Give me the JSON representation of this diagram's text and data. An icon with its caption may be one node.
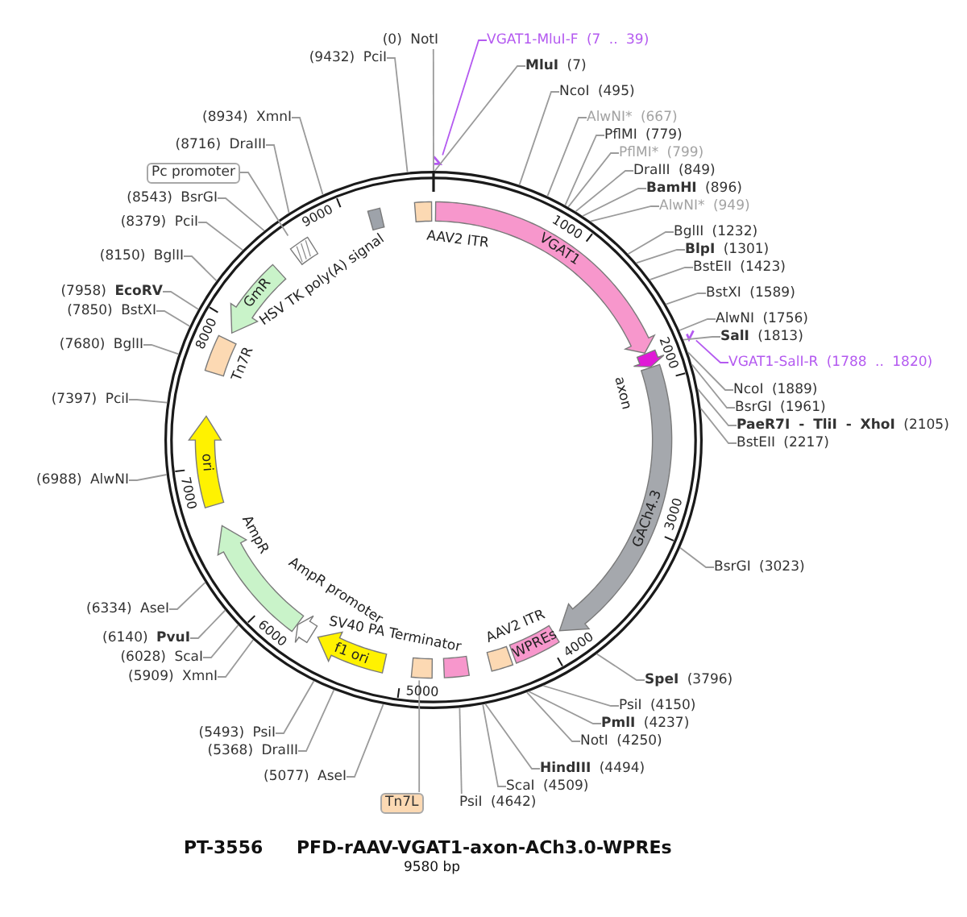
{
  "diagram": {
    "title": "PFD-rAAV-VGAT1-axon-ACh3.0-WPREs",
    "nodes": [
      {
        "text": [],
        "shape": "circle"
      },
      {
        "text": [
          "AAV2 ITR"
        ],
        "in": 0
      },
      {
        "text": [
          "VGAT1"
        ],
        "in": 0
      },
      {
        "text": [
          "axon"
        ],
        "in": 0
      },
      {
        "text": [
          "GACh4.3"
        ],
        "in": 0
      },
      {
        "text": [
          "WPREs"
        ],
        "in": 0
      },
      {
        "text": [
          "AAV2 ITR"
        ],
        "in": 0
      },
      {
        "text": [
          "SV40 PA Terminator"
        ],
        "in": 0
      },
      {
        "text": [],
        "shape": "box",
        "in": 0
      },
      {
        "text": [
          "f1 ori"
        ],
        "in": 0
      },
      {
        "text": [
          "AmpR promoter"
        ],
        "in": 0
      },
      {
        "text": [
          "AmpR"
        ],
        "in": 0
      },
      {
        "text": [
          "ori"
        ],
        "in": 0
      },
      {
        "text": [
          "Tn7R"
        ],
        "in": 0
      },
      {
        "text": [
          "GmR"
        ],
        "in": 0
      },
      {
        "text": [
          "HSV TK poly(A) signal"
        ],
        "in": 0
      },
      {
        "text": [],
        "shape": "box",
        "in": 0
      },
      {
        "text": [],
        "shape": "bar"
      },
      {
        "text": [],
        "shape": "bar"
      },
      {
        "text": [
          "(0) NotI"
        ]
      },
      {
        "text": [
          "VGAT1-MluI-F (7 .. 39)"
        ]
      },
      {
        "text": [
          "**MluI** (7)"
        ]
      },
      {
        "text": [
          "NcoI (495)"
        ]
      },
      {
        "text": [
          "AlwNI* (667)"
        ]
      },
      {
        "text": [
          "PflMI (779)"
        ]
      },
      {
        "text": [
          "PflMI* (799)"
        ]
      },
      {
        "text": [
          "DraIII (849)"
        ]
      },
      {
        "text": [
          "**BamHI** (896)"
        ]
      },
      {
        "text": [
          "AlwNI* (949)"
        ]
      },
      {
        "text": [
          "BglII (1232)"
        ]
      },
      {
        "text": [
          "**BlpI** (1301)"
        ]
      },
      {
        "text": [
          "BstEII (1423)"
        ]
      },
      {
        "text": [
          "BstXI (1589)"
        ]
      },
      {
        "text": [
          "AlwNI (1756)"
        ]
      },
      {
        "text": [
          "**SalI** (1813)"
        ]
      },
      {
        "text": [
          "VGAT1-SalI-R (1788 .. 1820)"
        ]
      },
      {
        "text": [
          "NcoI (1889)"
        ]
      },
      {
        "text": [
          "BsrGI (1961)"
        ]
      },
      {
        "text": [
          "**PaeR7I - TliI - XhoI** (2105)"
        ]
      },
      {
        "text": [
          "BstEII (2217)"
        ]
      },
      {
        "text": [
          "BsrGI (3023)"
        ]
      },
      {
        "text": [
          "**SpeI** (3796)"
        ]
      },
      {
        "text": [
          "PsiI (4150)"
        ]
      },
      {
        "text": [
          "**PmlI** (4237)"
        ]
      },
      {
        "text": [
          "NotI (4250)"
        ]
      },
      {
        "text": [
          "**HindIII** (4494)"
        ]
      },
      {
        "text": [
          "ScaI (4509)"
        ]
      },
      {
        "text": [
          "PsiI (4642)"
        ]
      },
      {
        "text": [
          "Tn7L"
        ]
      },
      {
        "text": [
          "(5077) AseI"
        ]
      },
      {
        "text": [
          "(5368) DraIII"
        ]
      },
      {
        "text": [
          "(5493) PsiI"
        ]
      },
      {
        "text": [
          "(5909) XmnI"
        ]
      },
      {
        "text": [
          "(6028) ScaI"
        ]
      },
      {
        "text": [
          "(6140) **PvuI**"
        ]
      },
      {
        "text": [
          "(6334) AseI"
        ]
      },
      {
        "text": [
          "(6988) AlwNI"
        ]
      },
      {
        "text": [
          "(7397) PciI"
        ]
      },
      {
        "text": [
          "(7680) BglII"
        ]
      },
      {
        "text": [
          "(7850) BstXI"
        ]
      },
      {
        "text": [
          "(7958) **EcoRV**"
        ]
      },
      {
        "text": [
          "(8150) BglII"
        ]
      },
      {
        "text": [
          "(8379) PciI"
        ]
      },
      {
        "text": [
          "(8543) BsrGI"
        ]
      },
      {
        "text": [
          "Pc promoter"
        ]
      },
      {
        "text": [
          "(8716) DraIII"
        ]
      },
      {
        "text": [
          "(8934) XmnI"
        ]
      },
      {
        "text": [
          "(9432) PciI"
        ]
      }
    ],
    "edges": [
      {
        "from": 19,
        "to": 0,
        "arrow": "none"
      },
      {
        "from": 20,
        "to": 17,
        "arrow": "none",
        "color": "#b45af0"
      },
      {
        "from": 21,
        "to": 0,
        "arrow": "none"
      },
      {
        "from": 22,
        "to": 0,
        "arrow": "none"
      },
      {
        "from": 23,
        "to": 0,
        "arrow": "none"
      },
      {
        "from": 24,
        "to": 0,
        "arrow": "none"
      },
      {
        "from": 25,
        "to": 0,
        "arrow": "none"
      },
      {
        "from": 26,
        "to": 0,
        "arrow": "none"
      },
      {
        "from": 27,
        "to": 0,
        "arrow": "none"
      },
      {
        "from": 28,
        "to": 0,
        "arrow": "none"
      },
      {
        "from": 29,
        "to": 0,
        "arrow": "none"
      },
      {
        "from": 30,
        "to": 0,
        "arrow": "none"
      },
      {
        "from": 31,
        "to": 0,
        "arrow": "none"
      },
      {
        "from": 32,
        "to": 0,
        "arrow": "none"
      },
      {
        "from": 33,
        "to": 0,
        "arrow": "none"
      },
      {
        "from": 34,
        "to": 0,
        "arrow": "none"
      },
      {
        "from": 35,
        "to": 18,
        "arrow": "none",
        "color": "#b45af0"
      },
      {
        "from": 36,
        "to": 0,
        "arrow": "none"
      },
      {
        "from": 37,
        "to": 0,
        "arrow": "none"
      },
      {
        "from": 38,
        "to": 0,
        "arrow": "none"
      },
      {
        "from": 39,
        "to": 0,
        "arrow": "none"
      },
      {
        "from": 40,
        "to": 0,
        "arrow": "none"
      },
      {
        "from": 41,
        "to": 0,
        "arrow": "none"
      },
      {
        "from": 42,
        "to": 0,
        "arrow": "none"
      },
      {
        "from": 43,
        "to": 0,
        "arrow": "none"
      },
      {
        "from": 44,
        "to": 0,
        "arrow": "none"
      },
      {
        "from": 45,
        "to": 0,
        "arrow": "none"
      },
      {
        "from": 46,
        "to": 0,
        "arrow": "none"
      },
      {
        "from": 47,
        "to": 0,
        "arrow": "none"
      },
      {
        "from": 48,
        "to": 8,
        "arrow": "none"
      },
      {
        "from": 49,
        "to": 0,
        "arrow": "none"
      },
      {
        "from": 50,
        "to": 0,
        "arrow": "none"
      },
      {
        "from": 51,
        "to": 0,
        "arrow": "none"
      },
      {
        "from": 52,
        "to": 0,
        "arrow": "none"
      },
      {
        "from": 53,
        "to": 0,
        "arrow": "none"
      },
      {
        "from": 54,
        "to": 0,
        "arrow": "none"
      },
      {
        "from": 55,
        "to": 0,
        "arrow": "none"
      },
      {
        "from": 56,
        "to": 0,
        "arrow": "none"
      },
      {
        "from": 57,
        "to": 0,
        "arrow": "none"
      },
      {
        "from": 58,
        "to": 0,
        "arrow": "none"
      },
      {
        "from": 59,
        "to": 0,
        "arrow": "none"
      },
      {
        "from": 60,
        "to": 0,
        "arrow": "none"
      },
      {
        "from": 61,
        "to": 0,
        "arrow": "none"
      },
      {
        "from": 62,
        "to": 0,
        "arrow": "none"
      },
      {
        "from": 63,
        "to": 0,
        "arrow": "none"
      },
      {
        "from": 64,
        "to": 15,
        "arrow": "none"
      },
      {
        "from": 65,
        "to": 0,
        "arrow": "none"
      },
      {
        "from": 66,
        "to": 0,
        "arrow": "none"
      },
      {
        "from": 67,
        "to": 0,
        "arrow": "none"
      }
    ],
    "labels": [
      "1000",
      "2000",
      "3000",
      "4000",
      "5000",
      "6000",
      "7000",
      "8000",
      "9000",
      "PT-3556",
      "9580 bp"
    ]
  }
}
